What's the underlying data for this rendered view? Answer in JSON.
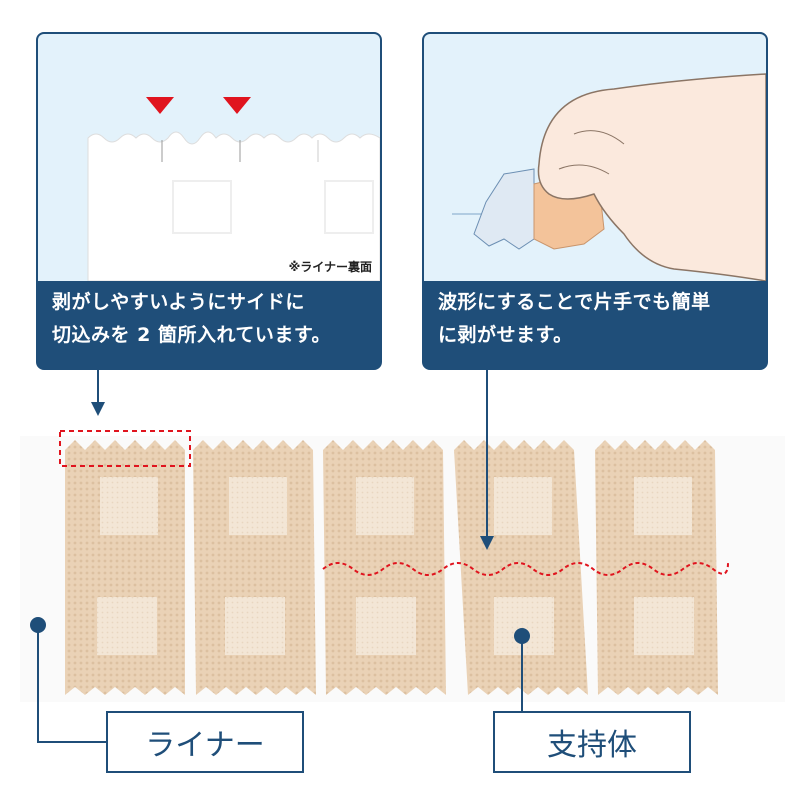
{
  "panels": {
    "left": {
      "caption_line1": "剥がしやすいようにサイドに",
      "caption_line2": "切込みを 2 箇所入れています。",
      "note": "※ライナー裏面"
    },
    "right": {
      "caption_line1": "波形にすることで片手でも簡単",
      "caption_line2": "に剥がせます。"
    }
  },
  "labels": {
    "liner": "ライナー",
    "support": "支持体"
  },
  "colors": {
    "navy": "#1f4e79",
    "marker_red": "#e0141e",
    "bandage": "#ead2b6",
    "pad": "#f3e6d6"
  }
}
